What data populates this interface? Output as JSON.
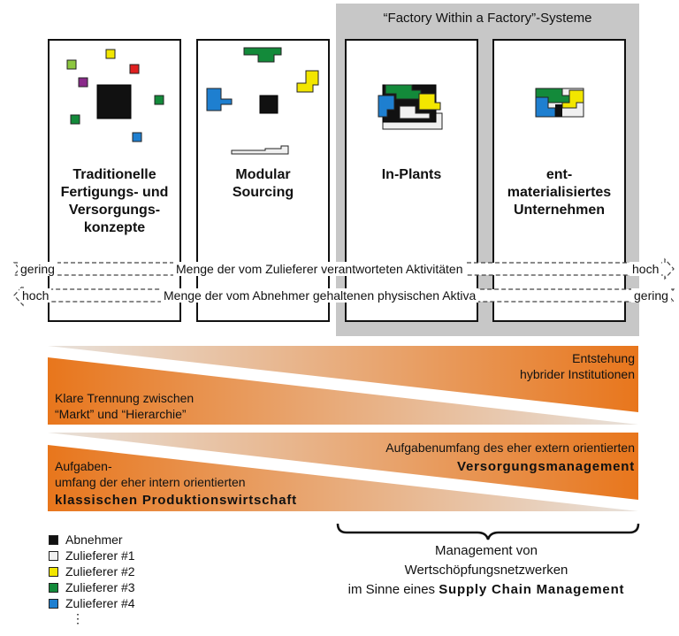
{
  "header": {
    "title": "“Factory Within a Factory”-Systeme"
  },
  "columns": [
    {
      "label": "Traditionelle Fertigungs- und Versorgungs-konzepte",
      "lines": [
        "Traditionelle",
        "Fertigungs- und",
        "Versorgungs-",
        "konzepte"
      ]
    },
    {
      "label": "Modular Sourcing",
      "lines": [
        "Modular",
        "Sourcing"
      ]
    },
    {
      "label": "In-Plants",
      "lines": [
        "In-Plants"
      ]
    },
    {
      "label": "ent-materialisiertes Unternehmen",
      "lines": [
        "ent-",
        "materialisiertes",
        "Unternehmen"
      ]
    }
  ],
  "arrows": {
    "top": {
      "left": "gering",
      "center": "Menge der vom Zulieferer verantworteten Aktivitäten",
      "right": "hoch"
    },
    "bottom": {
      "left": "hoch",
      "center": "Menge der vom Abnehmer gehaltenen physischen Aktiva",
      "right": "gering"
    }
  },
  "wedges1": {
    "right_text": [
      "Entstehung",
      "hybrider Institutionen"
    ],
    "left_text": [
      "Klare Trennung zwischen",
      "“Markt” und “Hierarchie”"
    ]
  },
  "wedges2": {
    "right_text": "Aufgabenumfang des eher extern orientierten",
    "right_bold": "Versorgungsmanagement",
    "left_text": [
      "Aufgaben-",
      "umfang der eher intern orientierten"
    ],
    "left_bold": "klassischen Produktionswirtschaft"
  },
  "legend": [
    {
      "label": "Abnehmer",
      "color": "#111111"
    },
    {
      "label": "Zulieferer #1",
      "color": "#f0f0f0"
    },
    {
      "label": "Zulieferer #2",
      "color": "#f2e600"
    },
    {
      "label": "Zulieferer #3",
      "color": "#138a3a"
    },
    {
      "label": "Zulieferer #4",
      "color": "#1e7fd0"
    }
  ],
  "legend_more": "⋮",
  "scm": {
    "line1": "Management von",
    "line2": "Wertschöpfungsnetzwerken",
    "line3_prefix": "im Sinne eines",
    "line3_bold": "Supply Chain Management"
  },
  "colors": {
    "abnehmer": "#111111",
    "zulieferer1": "#f0f0f0",
    "zulieferer2": "#f2e600",
    "zulieferer3": "#138a3a",
    "zulieferer4": "#1e7fd0",
    "orange": "#e8761c",
    "gray_region": "#c7c7c7"
  }
}
